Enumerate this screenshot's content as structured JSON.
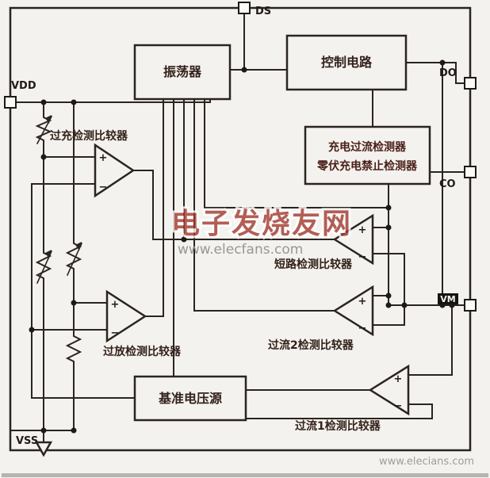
{
  "blocks": {
    "oscillator": "振荡器",
    "control": "控制电路",
    "current_detector_line1": "充电过流检测器",
    "current_detector_line2": "零伏充电禁止检测器",
    "reference": "基准电压源"
  },
  "comparators": {
    "overcharge": "过充检测比较器",
    "overdischarge": "过放检测比较器",
    "short_circuit": "短路检测比较器",
    "overcurrent2": "过流2检测比较器",
    "overcurrent1": "过流1检测比较器"
  },
  "pins": {
    "ds": "DS",
    "do": "DO",
    "co": "CO",
    "vm": "VM",
    "vdd": "VDD",
    "vss": "VSS"
  },
  "signs": {
    "plus": "+",
    "minus": "−"
  },
  "watermark": {
    "title": "电子发烧友网",
    "url": "www.elecfans.com",
    "corner": "www.elecians.com"
  },
  "colors": {
    "wire": "#2b2420",
    "watermark_red": "#a23a30",
    "paper": "#f4f2ee"
  }
}
